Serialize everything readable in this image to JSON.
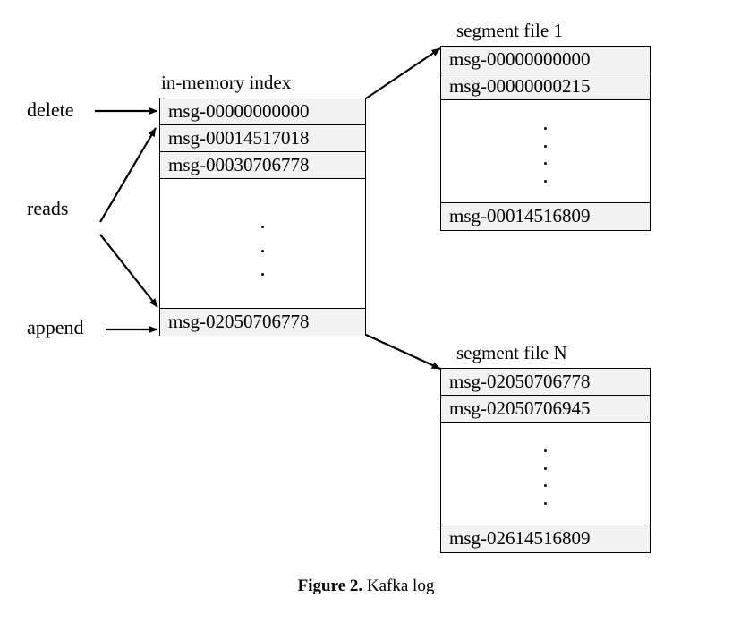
{
  "figure": {
    "caption_label": "Figure 2.",
    "caption_text": " Kafka log"
  },
  "operations": [
    {
      "name": "delete-label",
      "label": "delete"
    },
    {
      "name": "reads-label",
      "label": "reads"
    },
    {
      "name": "append-label",
      "label": "append"
    }
  ],
  "in_memory_index": {
    "title": "in-memory index",
    "entries": [
      "msg-00000000000",
      "msg-00014517018",
      "msg-00030706778"
    ],
    "ellipsis_dots": 3,
    "last_entry": "msg-02050706778"
  },
  "segment_file_1": {
    "title": "segment file 1",
    "entries": [
      "msg-00000000000",
      "msg-00000000215"
    ],
    "ellipsis_dots": 4,
    "last_entry": "msg-00014516809"
  },
  "segment_file_n": {
    "title": "segment file N",
    "entries": [
      "msg-02050706778",
      "msg-02050706945"
    ],
    "ellipsis_dots": 4,
    "last_entry": "msg-02614516809"
  },
  "colors": {
    "line": "#000000",
    "row_fill": "#f2f2f2",
    "background": "#ffffff"
  }
}
